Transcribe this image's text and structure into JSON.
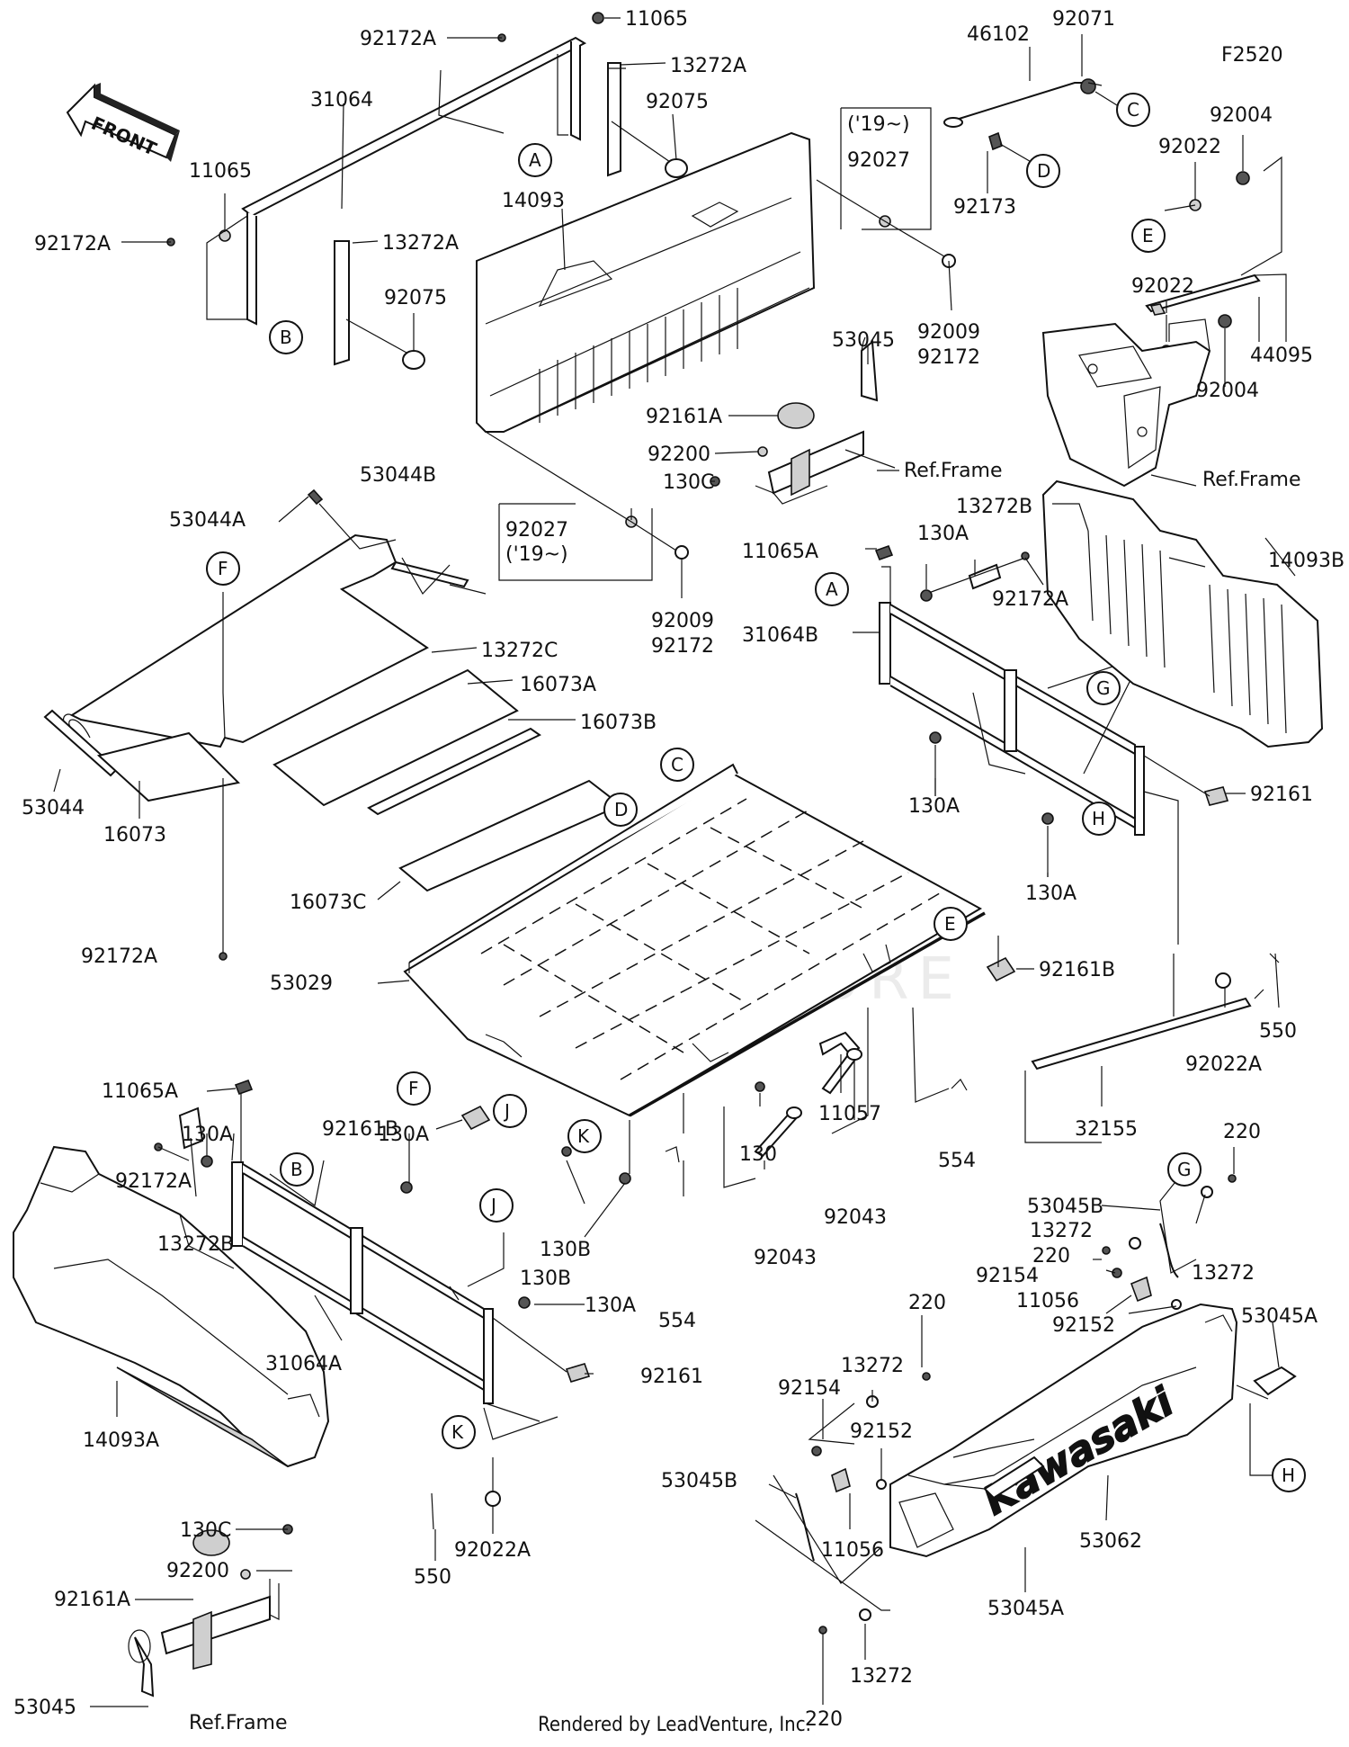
{
  "diagram_code": "F2520",
  "front_label": "FRONT",
  "ref_frame": "Ref.Frame",
  "year_note": "('19~)",
  "brand_logo": "Kawasaki",
  "watermark": "LEADVENTURE",
  "footer": "Rendered by LeadVenture, Inc.",
  "parts": {
    "p11065_top": "11065",
    "p92172A_top": "92172A",
    "p13272A_top": "13272A",
    "p31064": "31064",
    "p92075_top": "92075",
    "p11065_left": "11065",
    "p92172A_left": "92172A",
    "p13272A_mid": "13272A",
    "p92075_mid": "92075",
    "p14093": "14093",
    "p92027_upper": "92027",
    "p92009_upper": "92009",
    "p92172_upper": "92172",
    "p46102": "46102",
    "p92071": "92071",
    "p92173": "92173",
    "p92004_top": "92004",
    "p92022_top": "92022",
    "p92022_mid": "92022",
    "p44095": "44095",
    "p92004_mid": "92004",
    "p53045_top": "53045",
    "p92161A_top": "92161A",
    "p92200_top": "92200",
    "p130C_top": "130C",
    "p92027_lower": "92027",
    "p92009_lower": "92009",
    "p92172_lower": "92172",
    "p53044B": "53044B",
    "p53044A": "53044A",
    "p13272C": "13272C",
    "p16073A": "16073A",
    "p16073B": "16073B",
    "p53044": "53044",
    "p16073": "16073",
    "p16073C": "16073C",
    "p92172A_lowleft": "92172A",
    "p11065A_r": "11065A",
    "p130A_r1": "130A",
    "p13272B_r": "13272B",
    "p92172A_r": "92172A",
    "p31064B": "31064B",
    "p14093B": "14093B",
    "p130A_r2": "130A",
    "p92161_r": "92161",
    "p130A_r3": "130A",
    "p53029": "53029",
    "p92161B_r": "92161B",
    "p550_r": "550",
    "p92022A_r": "92022A",
    "p32155": "32155",
    "p92161B_l": "92161B",
    "p11057": "11057",
    "p130": "130",
    "p554_r": "554",
    "p92043_a": "92043",
    "p92043_b": "92043",
    "p130B_a": "130B",
    "p130B_b": "130B",
    "p554_l": "554",
    "p11065A_l": "11065A",
    "p130A_l1": "130A",
    "p92172A_l": "92172A",
    "p130A_l2": "130A",
    "p13272B_l": "13272B",
    "p31064A": "31064A",
    "p130A_l3": "130A",
    "p92161_l": "92161",
    "p14093A": "14093A",
    "p550_l": "550",
    "p92022A_l": "92022A",
    "p130C_b": "130C",
    "p92200_b": "92200",
    "p92161A_b": "92161A",
    "p53045_b": "53045",
    "p220_a": "220",
    "p53045B_a": "53045B",
    "p13272_a": "13272",
    "p220_b": "220",
    "p13272_b": "13272",
    "p92154_a": "92154",
    "p11056_a": "11056",
    "p92152_a": "92152",
    "p53045A_a": "53045A",
    "p220_c": "220",
    "p13272_c": "13272",
    "p92154_b": "92154",
    "p92152_b": "92152",
    "p53045B_b": "53045B",
    "p11056_b": "11056",
    "p53062": "53062",
    "p53045A_b": "53045A",
    "p220_d": "220",
    "p13272_d": "13272"
  },
  "callouts": {
    "A": "A",
    "B": "B",
    "C": "C",
    "D": "D",
    "E": "E",
    "F": "F",
    "G": "G",
    "H": "H",
    "J": "J",
    "K": "K"
  }
}
